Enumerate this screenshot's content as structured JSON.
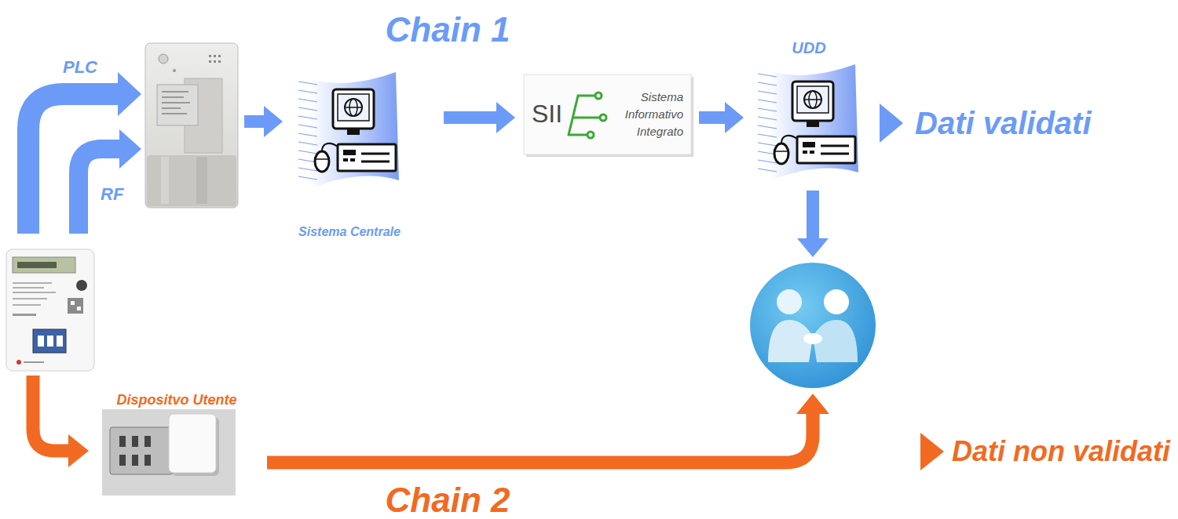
{
  "diagram": {
    "nodes": [
      {
        "text": []
      },
      {
        "text": [
          "Sistema Centrale"
        ]
      },
      {
        "text": [
          "SII",
          "Sistema Informativo Integrato"
        ]
      },
      {
        "text": [
          "UDD"
        ]
      },
      {
        "text": []
      },
      {
        "text": []
      },
      {
        "text": [
          "Dispositvo Utente"
        ]
      }
    ],
    "edges": [
      {
        "from": 4,
        "to": 0,
        "label": "PLC",
        "arrow": "to"
      },
      {
        "from": 4,
        "to": 0,
        "label": "RF",
        "arrow": "to"
      },
      {
        "from": 0,
        "to": 1,
        "arrow": "to"
      },
      {
        "from": 1,
        "to": 2,
        "arrow": "to"
      },
      {
        "from": 2,
        "to": 3,
        "arrow": "to"
      },
      {
        "from": 3,
        "to": 5,
        "arrow": "to"
      },
      {
        "from": 4,
        "to": 6,
        "arrow": "to"
      },
      {
        "from": 6,
        "to": 5,
        "arrow": "to"
      }
    ],
    "labels": [
      "Chain 1",
      "Dati validati",
      "Dati non validati",
      "Chain 2"
    ]
  }
}
